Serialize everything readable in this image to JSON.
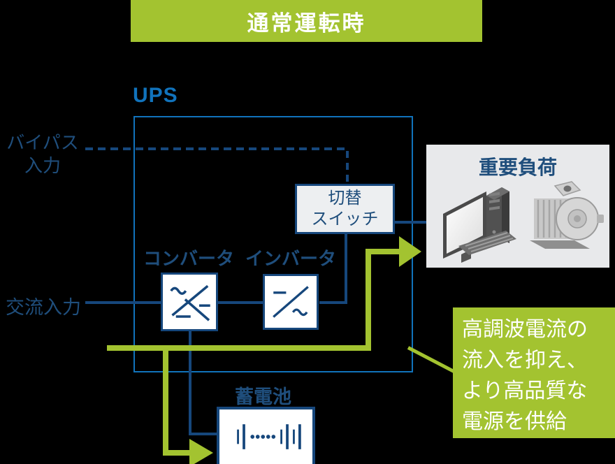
{
  "banner": {
    "title": "通常運転時"
  },
  "ups": {
    "label": "UPS"
  },
  "inputs": {
    "bypass_line1": "バイパス",
    "bypass_line2": "入力",
    "ac": "交流入力"
  },
  "components": {
    "converter": "コンバータ",
    "inverter": "インバータ",
    "switch_line1": "切替",
    "switch_line2": "スイッチ",
    "battery": "蓄電池"
  },
  "load": {
    "title": "重要負荷",
    "icons": [
      "computer-icon",
      "motor-icon"
    ]
  },
  "callout": {
    "lines": [
      "高調波電流の",
      "流入を抑え、",
      "より高品質な",
      "電源を供給"
    ]
  },
  "colors": {
    "green": "#A3C330",
    "navy_line": "#16477C",
    "bright_blue": "#1173BC",
    "text_navy": "#1F4E7C",
    "load_box_bg": "#E8E9EB",
    "switch_box_bg": "#EDEFF1"
  }
}
